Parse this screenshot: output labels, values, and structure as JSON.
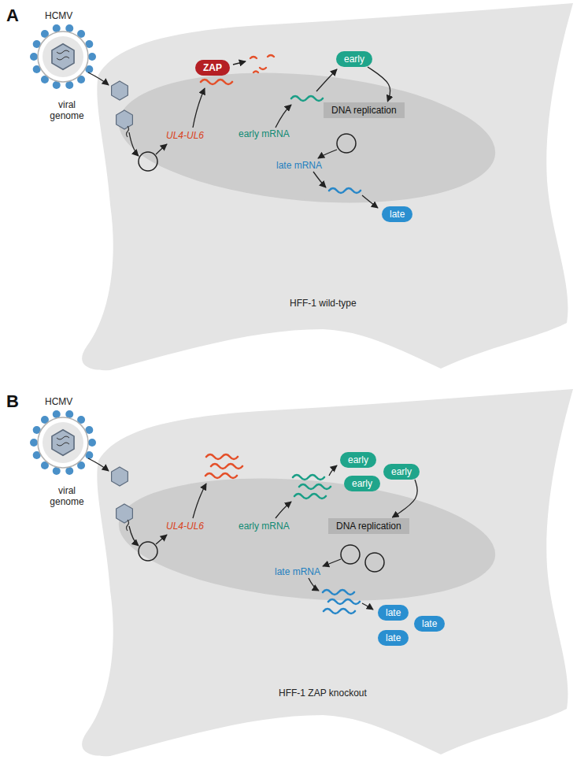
{
  "diagram": {
    "nodes": [
      {
        "text": [
          "ZAP"
        ]
      },
      {
        "text": [
          "early"
        ]
      },
      {
        "text": [
          "DNA replication"
        ]
      },
      {
        "text": [
          "late"
        ]
      },
      {
        "text": [
          "early"
        ]
      },
      {
        "text": [
          "early"
        ]
      },
      {
        "text": [
          "early"
        ]
      },
      {
        "text": [
          "DNA replication"
        ]
      },
      {
        "text": [
          "late"
        ]
      },
      {
        "text": [
          "late"
        ]
      },
      {
        "text": [
          "late"
        ]
      }
    ],
    "edges": [
      {
        "from": 1,
        "to": 2,
        "arrow": "to"
      },
      {
        "from": 5,
        "to": 7,
        "arrow": "to"
      }
    ],
    "labels": [
      "A",
      "HCMV",
      "viral genome",
      "UL4-UL6",
      "early mRNA",
      "late mRNA",
      "HFF-1 wild-type",
      "B",
      "HCMV",
      "viral genome",
      "UL4-UL6",
      "early mRNA",
      "late mRNA",
      "HFF-1 ZAP knockout"
    ]
  }
}
